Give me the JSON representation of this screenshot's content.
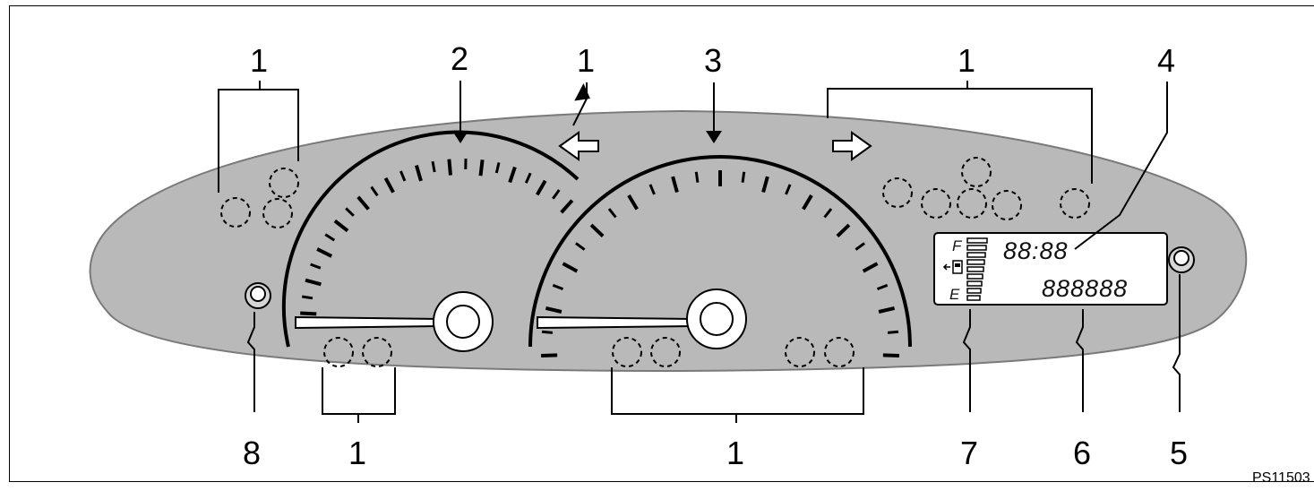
{
  "callouts": {
    "top_left_1": "1",
    "tach_2": "2",
    "arrow_left_1": "1",
    "speedo_3": "3",
    "top_right_1": "1",
    "clock_4": "4",
    "bottom_left_1": "1",
    "bottom_center_1": "1",
    "knob_left_8": "8",
    "fuel_7": "7",
    "odo_6": "6",
    "knob_right_5": "5"
  },
  "display": {
    "clock": "88:88",
    "odometer": "888888",
    "fuel_full": "F",
    "fuel_empty": "E"
  },
  "reference_code": "PS11503",
  "colors": {
    "panel": "#b9b9b9",
    "lcd": "#ffffff",
    "line": "#000000"
  }
}
